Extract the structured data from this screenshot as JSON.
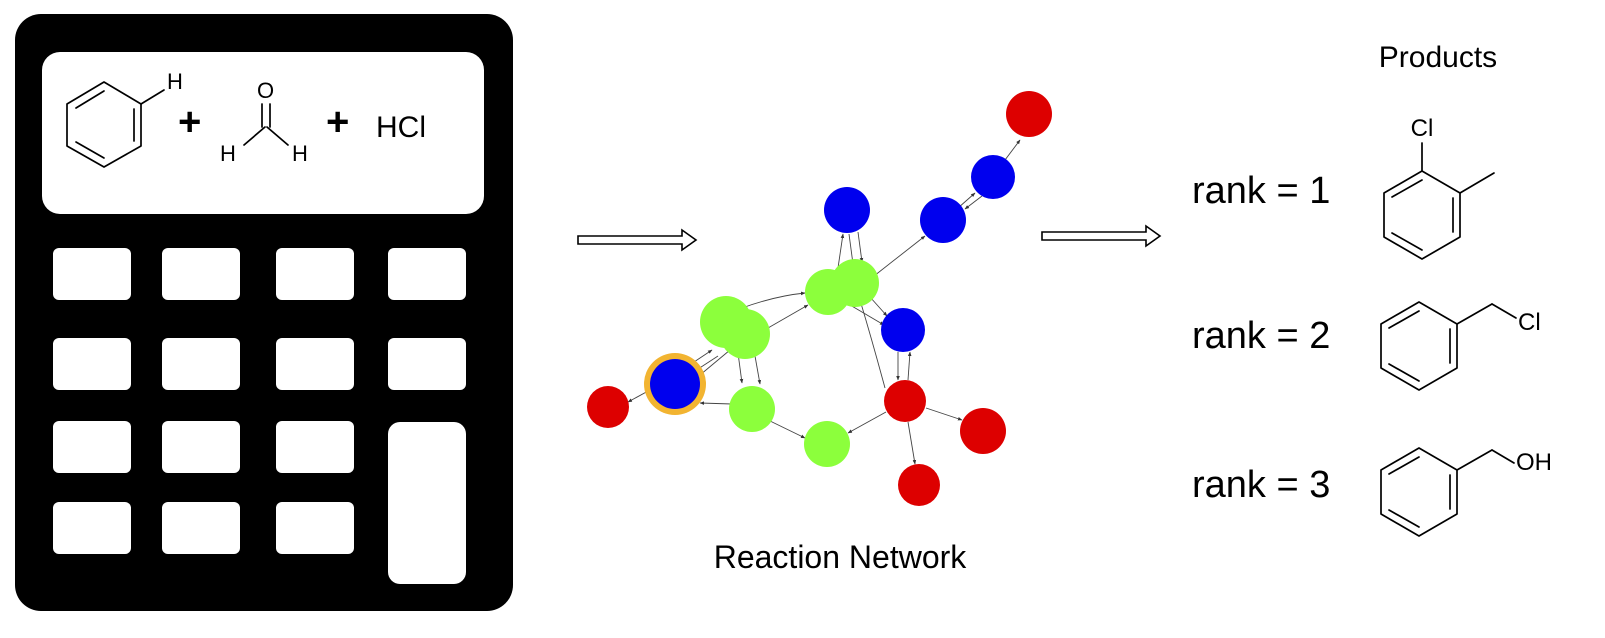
{
  "calculator": {
    "display": {
      "h_benzene": "H",
      "plus_1": "+",
      "o_formaldehyde": "O",
      "h_formaldehyde_left": "H",
      "h_formaldehyde_right": "H",
      "plus_2": "+",
      "hcl": "HCl"
    }
  },
  "network": {
    "label": "Reaction Network",
    "colors": {
      "red": "#dd0000",
      "blue": "#0000ee",
      "green": "#8cff3c",
      "highlight": "#f2b431"
    }
  },
  "products": {
    "title": "Products",
    "items": [
      {
        "rank_label": "rank = 1",
        "substituent": "Cl"
      },
      {
        "rank_label": "rank = 2",
        "substituent": "Cl"
      },
      {
        "rank_label": "rank = 3",
        "substituent": "OH"
      }
    ]
  }
}
